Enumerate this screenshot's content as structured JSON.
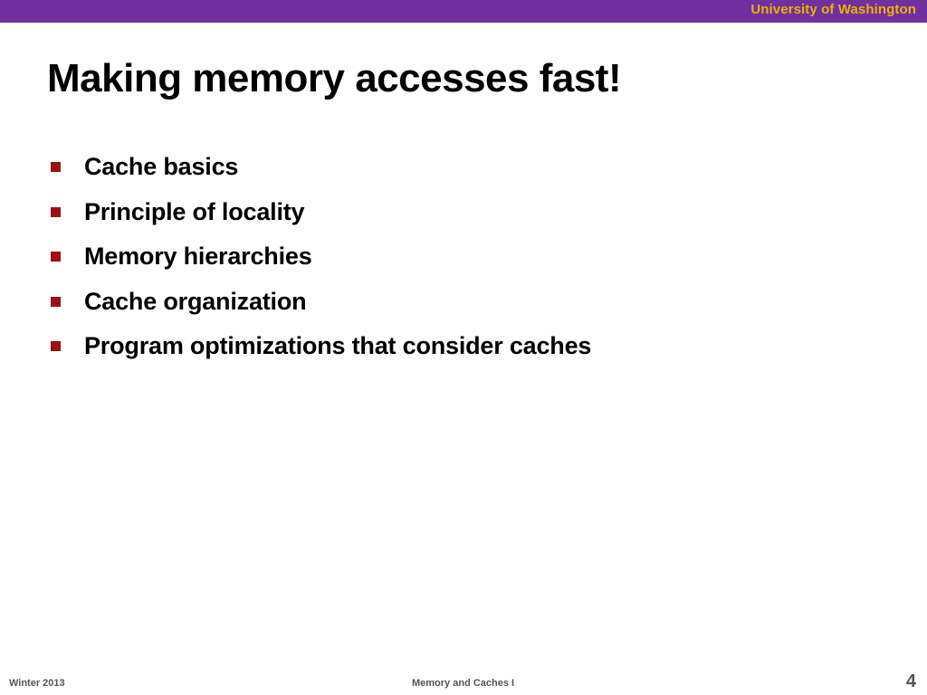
{
  "header": {
    "institution": "University of Washington",
    "bar_color": "#7030a0",
    "institution_color": "#f0b000"
  },
  "slide": {
    "title": "Making memory accesses fast!",
    "bullet_color": "#9c1016",
    "bullets": [
      "Cache basics",
      "Principle of locality",
      "Memory hierarchies",
      "Cache organization",
      "Program optimizations that consider caches"
    ]
  },
  "footer": {
    "left": "Winter 2013",
    "center": "Memory and Caches I",
    "page_number": "4"
  }
}
